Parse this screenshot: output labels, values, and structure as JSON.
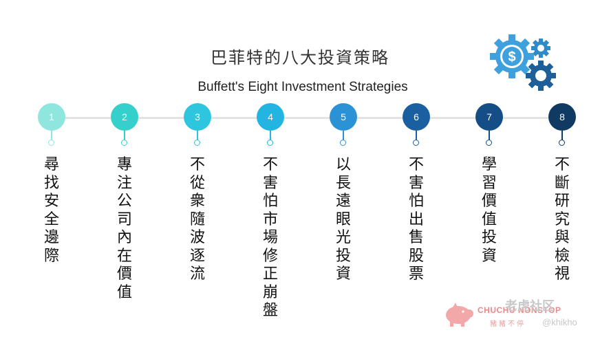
{
  "title_zh": "巴菲特的八大投資策略",
  "title_en": "Buffett's Eight Investment Strategies",
  "steps": [
    {
      "num": "1",
      "text": "尋找安全邊際",
      "color": "#8ee6df"
    },
    {
      "num": "2",
      "text": "專注公司內在價值",
      "color": "#35d0cb"
    },
    {
      "num": "3",
      "text": "不從衆隨波逐流",
      "color": "#2ec5df"
    },
    {
      "num": "4",
      "text": "不害怕市場修正崩盤",
      "color": "#22b5e2"
    },
    {
      "num": "5",
      "text": "以長遠眼光投資",
      "color": "#2b92d6"
    },
    {
      "num": "6",
      "text": "不害怕出售股票",
      "color": "#1a5fa0"
    },
    {
      "num": "7",
      "text": "學習價值投資",
      "color": "#154d86"
    },
    {
      "num": "8",
      "text": "不斷研究與檢視",
      "color": "#113a63"
    }
  ],
  "icons": {
    "gears": "dollar-gears-icon",
    "watermark_pig": "piggy-bank-icon"
  },
  "watermark": {
    "brand": "CHUCHU NONSTOP",
    "sub": "豬豬不停",
    "site": "老虎社区",
    "handle": "@khikho"
  }
}
